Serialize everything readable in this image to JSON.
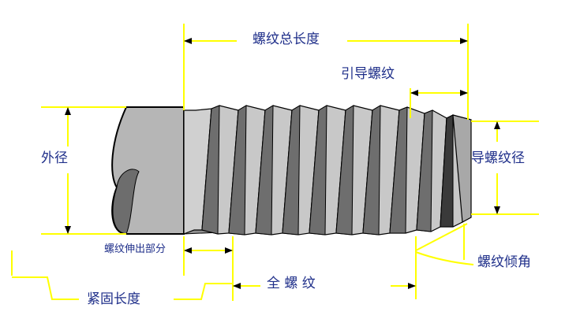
{
  "labels": {
    "total_length": "螺纹总长度",
    "lead_thread": "引导螺纹",
    "outer_diameter": "外径",
    "lead_thread_diameter": "导螺纹径",
    "thread_extension": "螺纹伸出部分",
    "thread_taper": "螺纹倾角",
    "full_thread": "全   螺   纹",
    "tightening_length": "紧固长度"
  },
  "colors": {
    "dimension_line": "#ffff00",
    "label_text": "#1f2f8a",
    "head_fill": "#b4b4b4",
    "thread_light": "#c9c9c9",
    "thread_dark": "#6a6a6a",
    "outline": "#000000"
  }
}
